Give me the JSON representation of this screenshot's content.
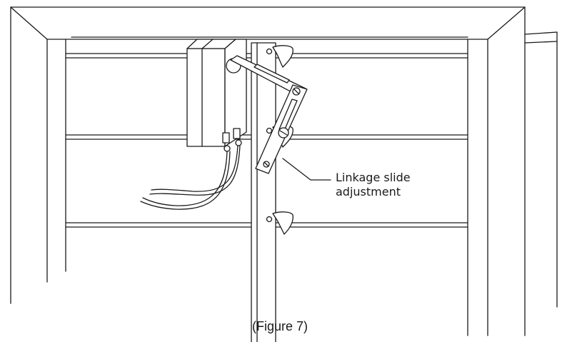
{
  "callout": {
    "line1": "Linkage slide",
    "line2": "adjustment"
  },
  "caption": "(Figure 7)",
  "colors": {
    "ink": "#1a1a1a",
    "paper": "#ffffff",
    "shade": "#d9d9d9"
  }
}
